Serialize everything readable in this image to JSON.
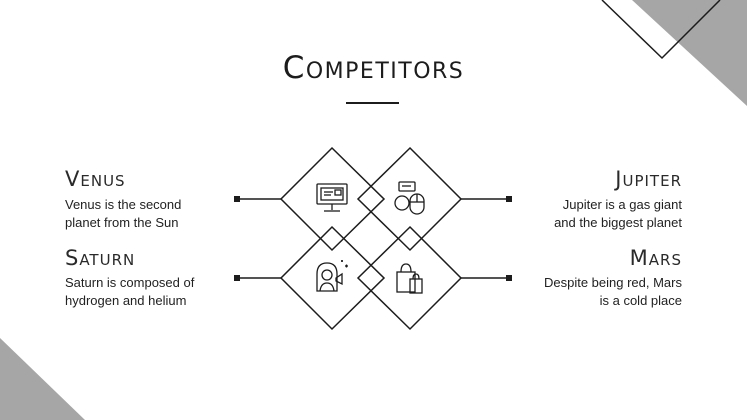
{
  "slide": {
    "title": "Competitors",
    "competitors": [
      {
        "name": "Venus",
        "description_line1": "Venus is the second",
        "description_line2": "planet from the Sun",
        "icon": "computer-screen-icon"
      },
      {
        "name": "Jupiter",
        "description_line1": "Jupiter is a gas giant",
        "description_line2": "and the biggest planet",
        "icon": "mouse-devices-icon"
      },
      {
        "name": "Saturn",
        "description_line1": "Saturn is composed of",
        "description_line2": "hydrogen and helium",
        "icon": "influencer-megaphone-icon"
      },
      {
        "name": "Mars",
        "description_line1": "Despite being red, Mars",
        "description_line2": "is a cold place",
        "icon": "shopping-bags-icon"
      }
    ]
  },
  "colors": {
    "background": "#ffffff",
    "text": "#222222",
    "line": "#1c1c1c",
    "corner_gray": "#a6a6a6"
  }
}
